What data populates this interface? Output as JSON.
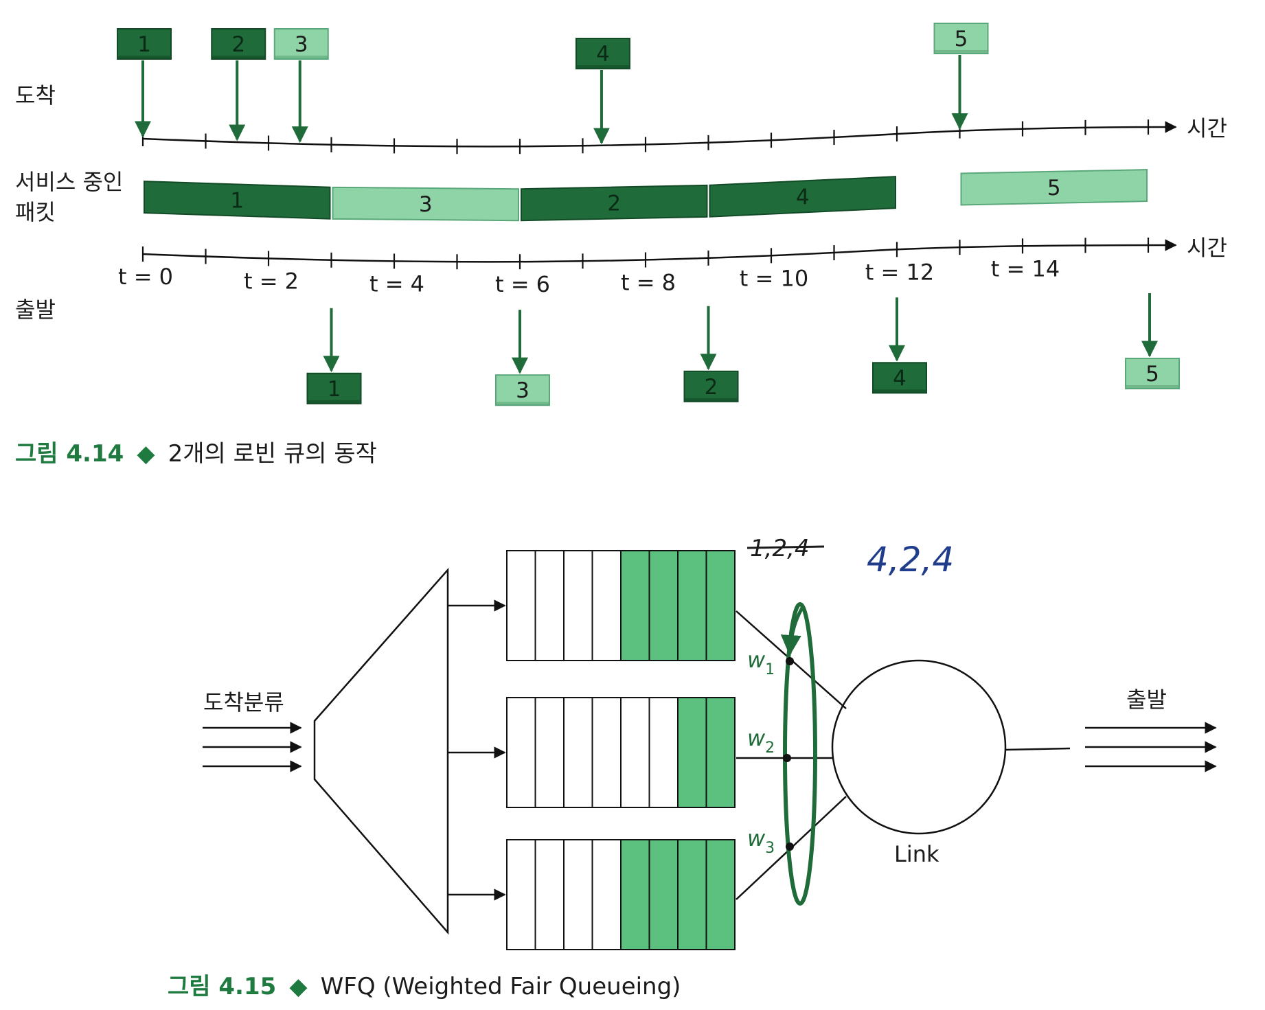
{
  "colors": {
    "dark_green": "#1f6b39",
    "dark_green_edge": "#134a26",
    "light_green": "#8fd4a6",
    "light_green_edge": "#5aa77a",
    "queue_fill": "#5cc07f",
    "caption_green": "#1e7a3f",
    "ink_blue": "#1f3d8a"
  },
  "figure_414": {
    "labels": {
      "arrival": "도착",
      "in_service": "서비스 중인",
      "in_service_2": "패킷",
      "departure": "출발",
      "time": "시간"
    },
    "tick_labels": [
      "t = 0",
      "t = 2",
      "t = 4",
      "t = 6",
      "t = 8",
      "t = 10",
      "t = 12",
      "t = 14"
    ],
    "arrivals": [
      {
        "packet": "1",
        "time": 0,
        "shade": "dark"
      },
      {
        "packet": "2",
        "time": 1.5,
        "shade": "dark"
      },
      {
        "packet": "3",
        "time": 2.5,
        "shade": "light"
      },
      {
        "packet": "4",
        "time": 7.3,
        "shade": "dark"
      },
      {
        "packet": "5",
        "time": 13,
        "shade": "light"
      }
    ],
    "service": [
      {
        "packet": "1",
        "start": 0,
        "end": 3,
        "shade": "dark"
      },
      {
        "packet": "3",
        "start": 3,
        "end": 6,
        "shade": "light"
      },
      {
        "packet": "2",
        "start": 6,
        "end": 9,
        "shade": "dark"
      },
      {
        "packet": "4",
        "start": 9,
        "end": 12,
        "shade": "dark"
      },
      {
        "packet": "5",
        "start": 13,
        "end": 16,
        "shade": "light"
      }
    ],
    "departures": [
      {
        "packet": "1",
        "time": 3,
        "shade": "dark"
      },
      {
        "packet": "3",
        "time": 6,
        "shade": "light"
      },
      {
        "packet": "2",
        "time": 9,
        "shade": "dark"
      },
      {
        "packet": "4",
        "time": 12,
        "shade": "dark"
      },
      {
        "packet": "5",
        "time": 16,
        "shade": "light"
      }
    ],
    "caption_number": "그림 4.14",
    "caption_text": "2개의 로빈 큐의 동작"
  },
  "figure_415": {
    "classifier_label": "도착분류",
    "departure_label": "출발",
    "link_label": "Link",
    "weights": [
      {
        "symbol": "w",
        "sub": "1"
      },
      {
        "symbol": "w",
        "sub": "2"
      },
      {
        "symbol": "w",
        "sub": "3"
      }
    ],
    "queues": [
      {
        "filled_slots": 4
      },
      {
        "filled_slots": 2
      },
      {
        "filled_slots": 4
      }
    ],
    "handwritten_struck": "1,2,4",
    "handwritten": "4,2,4",
    "caption_number": "그림 4.15",
    "caption_text": "WFQ (Weighted Fair Queueing)"
  }
}
